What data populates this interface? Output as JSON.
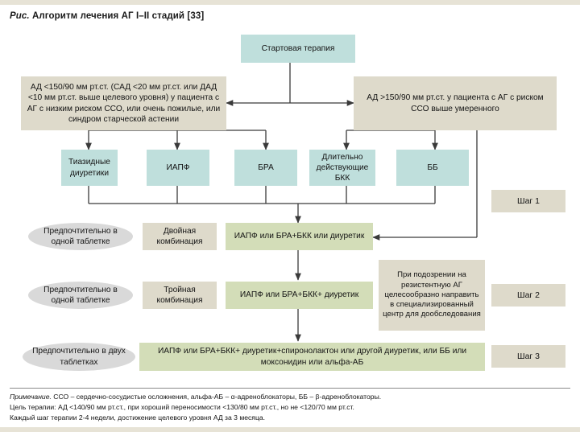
{
  "caption": {
    "prefix": "Рис.",
    "text": "Алгоритм лечения АГ I–II стадий [33]"
  },
  "nodes": {
    "start": "Стартовая терапия",
    "branch_left": "АД <150/90 мм рт.ст. (САД <20 мм рт.ст. или ДАД <10 мм рт.ст. выше целевого уровня) у пациента с АГ с низким риском ССО, или очень пожилые, или синдром старческой астении",
    "branch_right": "АД >150/90 мм рт.ст. у пациента с АГ с риском ССО выше умеренного",
    "drugs": [
      "Тиазидные диуретики",
      "ИАПФ",
      "БРА",
      "Длительно действующие БКК",
      "ББ"
    ],
    "pref_one_tablet_1": "Предпочтительно в одной таблетке",
    "dual_combination": "Двойная комбинация",
    "step1_therapy": "ИАПФ или БРА+БКК или диуретик",
    "pref_one_tablet_2": "Предпочтительно в одной таблетке",
    "triple_combination": "Тройная комбинация",
    "step2_therapy": "ИАПФ или БРА+БКК+ диуретик",
    "resistant": "При подозрении на резистентную АГ целесообразно направить в специализированный центр для дообследования",
    "pref_two_tablets": "Предпочтительно в двух таблетках",
    "step3_therapy": "ИАПФ или БРА+БКК+ диуретик+спиронолактон или другой диуретик, или ББ или моксонидин или альфа-АБ"
  },
  "steps": {
    "step1": "Шаг 1",
    "step2": "Шаг 2",
    "step3": "Шаг 3"
  },
  "note": {
    "label": "Примечание.",
    "line1": " ССО – сердечно-сосудистые осложнения, альфа-АБ – α-адреноблокаторы, ББ – β-адреноблокаторы.",
    "line2": "Цель терапии: АД <140/90 мм рт.ст., при хороший переносимости <130/80 мм рт.ст., но не <120/70 мм рт.ст.",
    "line3": "Каждый шаг терапии 2-4 недели, достижение целевого уровня АД за 3 месяца."
  },
  "colors": {
    "teal": "#bfdfdc",
    "beige": "#dedacb",
    "green": "#d3ddb8",
    "ellipse": "#d9d9d9",
    "bar": "#e7e3d6",
    "line": "#3a3a3a"
  }
}
